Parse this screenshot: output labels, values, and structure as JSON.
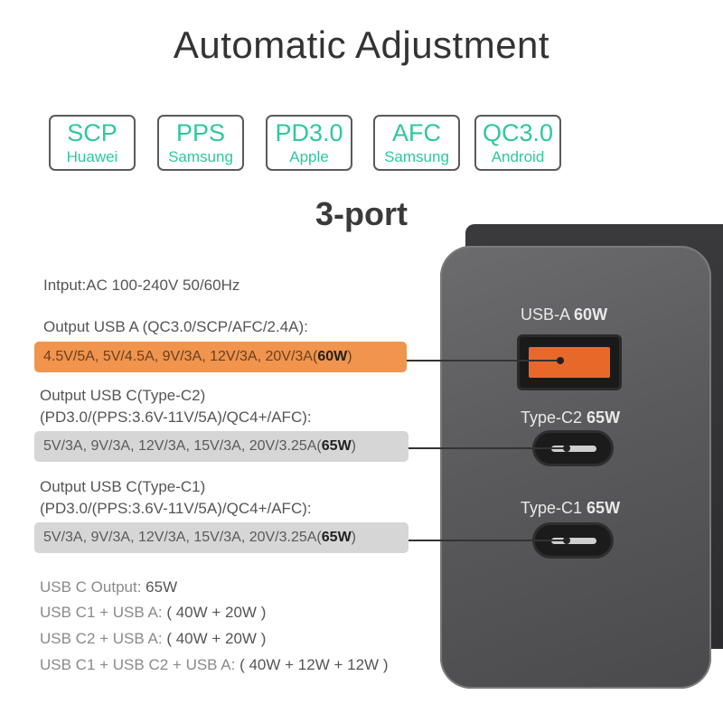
{
  "title": "Automatic Adjustment",
  "subtitle": "3-port",
  "protocols": [
    {
      "name": "SCP",
      "brand": "Huawei"
    },
    {
      "name": "PPS",
      "brand": "Samsung"
    },
    {
      "name": "PD3.0",
      "brand": "Apple"
    },
    {
      "name": "AFC",
      "brand": "Samsung"
    },
    {
      "name": "QC3.0",
      "brand": "Android"
    }
  ],
  "input": "Intput:AC 100-240V 50/60Hz",
  "usb_a": {
    "heading": "Output USB A (QC3.0/SCP/AFC/2.4A):",
    "values": "4.5V/5A, 5V/4.5A, 9V/3A, 12V/3A, 20V/3A(",
    "watt": "60W",
    "close": ")"
  },
  "usb_c2": {
    "heading1": "Output USB C(Type-C2)",
    "heading2": "(PD3.0/(PPS:3.6V-11V/5A)/QC4+/AFC):",
    "values": "5V/3A, 9V/3A, 12V/3A, 15V/3A, 20V/3.25A(",
    "watt": "65W",
    "close": ")"
  },
  "usb_c1": {
    "heading1": "Output USB C(Type-C1)",
    "heading2": "(PD3.0/(PPS:3.6V-11V/5A)/QC4+/AFC):",
    "values": "5V/3A, 9V/3A, 12V/3A, 15V/3A, 20V/3.25A(",
    "watt": "65W",
    "close": ")"
  },
  "charger_labels": {
    "usba_name": "USB-A",
    "usba_watt": "60W",
    "c2_name": "Type-C2",
    "c2_watt": "65W",
    "c1_name": "Type-C1",
    "c1_watt": "65W"
  },
  "combos": [
    {
      "label": "USB C Output: ",
      "value": "65W"
    },
    {
      "label": "USB C1 + USB A: ",
      "value": "( 40W + 20W )"
    },
    {
      "label": "USB C2 + USB A: ",
      "value": "( 40W + 20W )"
    },
    {
      "label": "USB C1 + USB C2 + USB A: ",
      "value": "( 40W + 12W + 12W )"
    }
  ],
  "colors": {
    "accent": "#2fc7a0",
    "orange": "#f0944e",
    "gray": "#d6d6d6",
    "charger": "#5a5a5c"
  }
}
